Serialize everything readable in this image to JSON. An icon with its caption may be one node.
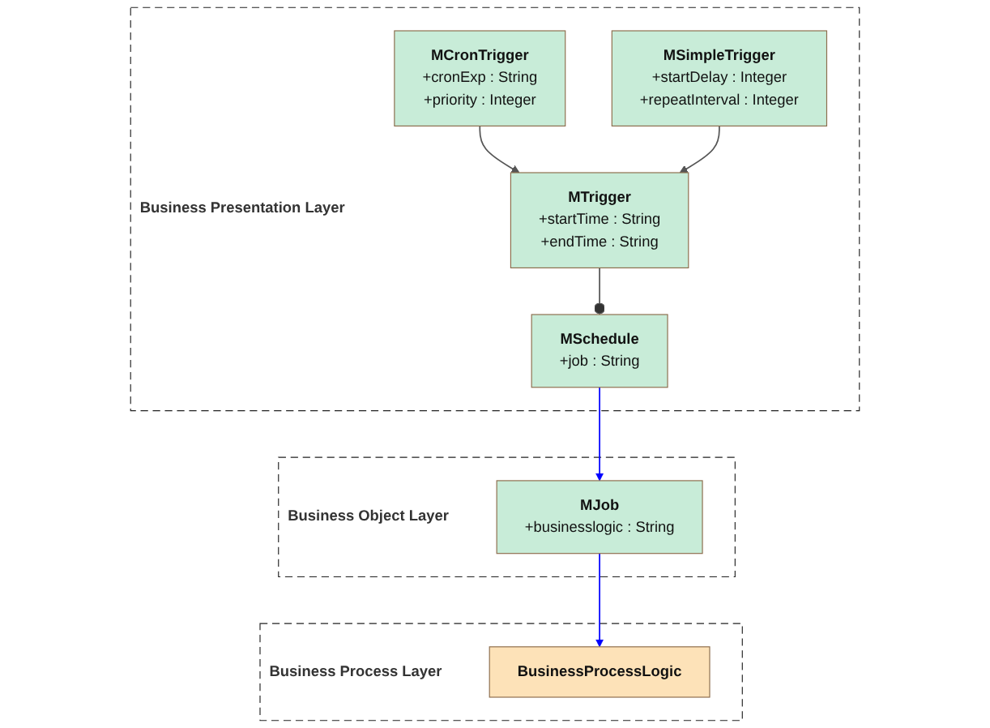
{
  "diagram": {
    "nodes": [
      {
        "text": [
          "Business Presentation Layer"
        ]
      },
      {
        "text": [
          "MSchedule",
          "+job : String"
        ],
        "in": 0
      },
      {
        "text": [
          "MTrigger",
          "+startTime : String",
          "+endTime : String"
        ],
        "in": 0
      },
      {
        "text": [
          "MCronTrigger",
          "+cronExp : String",
          "+priority : Integer"
        ],
        "in": 0
      },
      {
        "text": [
          "MSimpleTrigger",
          "+startDelay : Integer",
          "+repeatInterval : Integer"
        ],
        "in": 0
      },
      {
        "text": [
          "Business Object Layer"
        ]
      },
      {
        "text": [
          "MJob",
          "+businesslogic : String"
        ],
        "in": 5
      },
      {
        "text": [
          "Business Process Layer"
        ]
      },
      {
        "text": [
          "BusinessProcessLogic"
        ],
        "in": 7
      }
    ],
    "edges": [
      {
        "from": 1,
        "to": 2,
        "arrow": "other"
      },
      {
        "from": 3,
        "to": 2,
        "arrow": "to"
      },
      {
        "from": 4,
        "to": 2,
        "arrow": "to"
      },
      {
        "from": 1,
        "to": 6,
        "arrow": "to",
        "color": "#0000ff"
      },
      {
        "from": 6,
        "to": 8,
        "arrow": "to",
        "color": "#0000ff"
      }
    ]
  }
}
